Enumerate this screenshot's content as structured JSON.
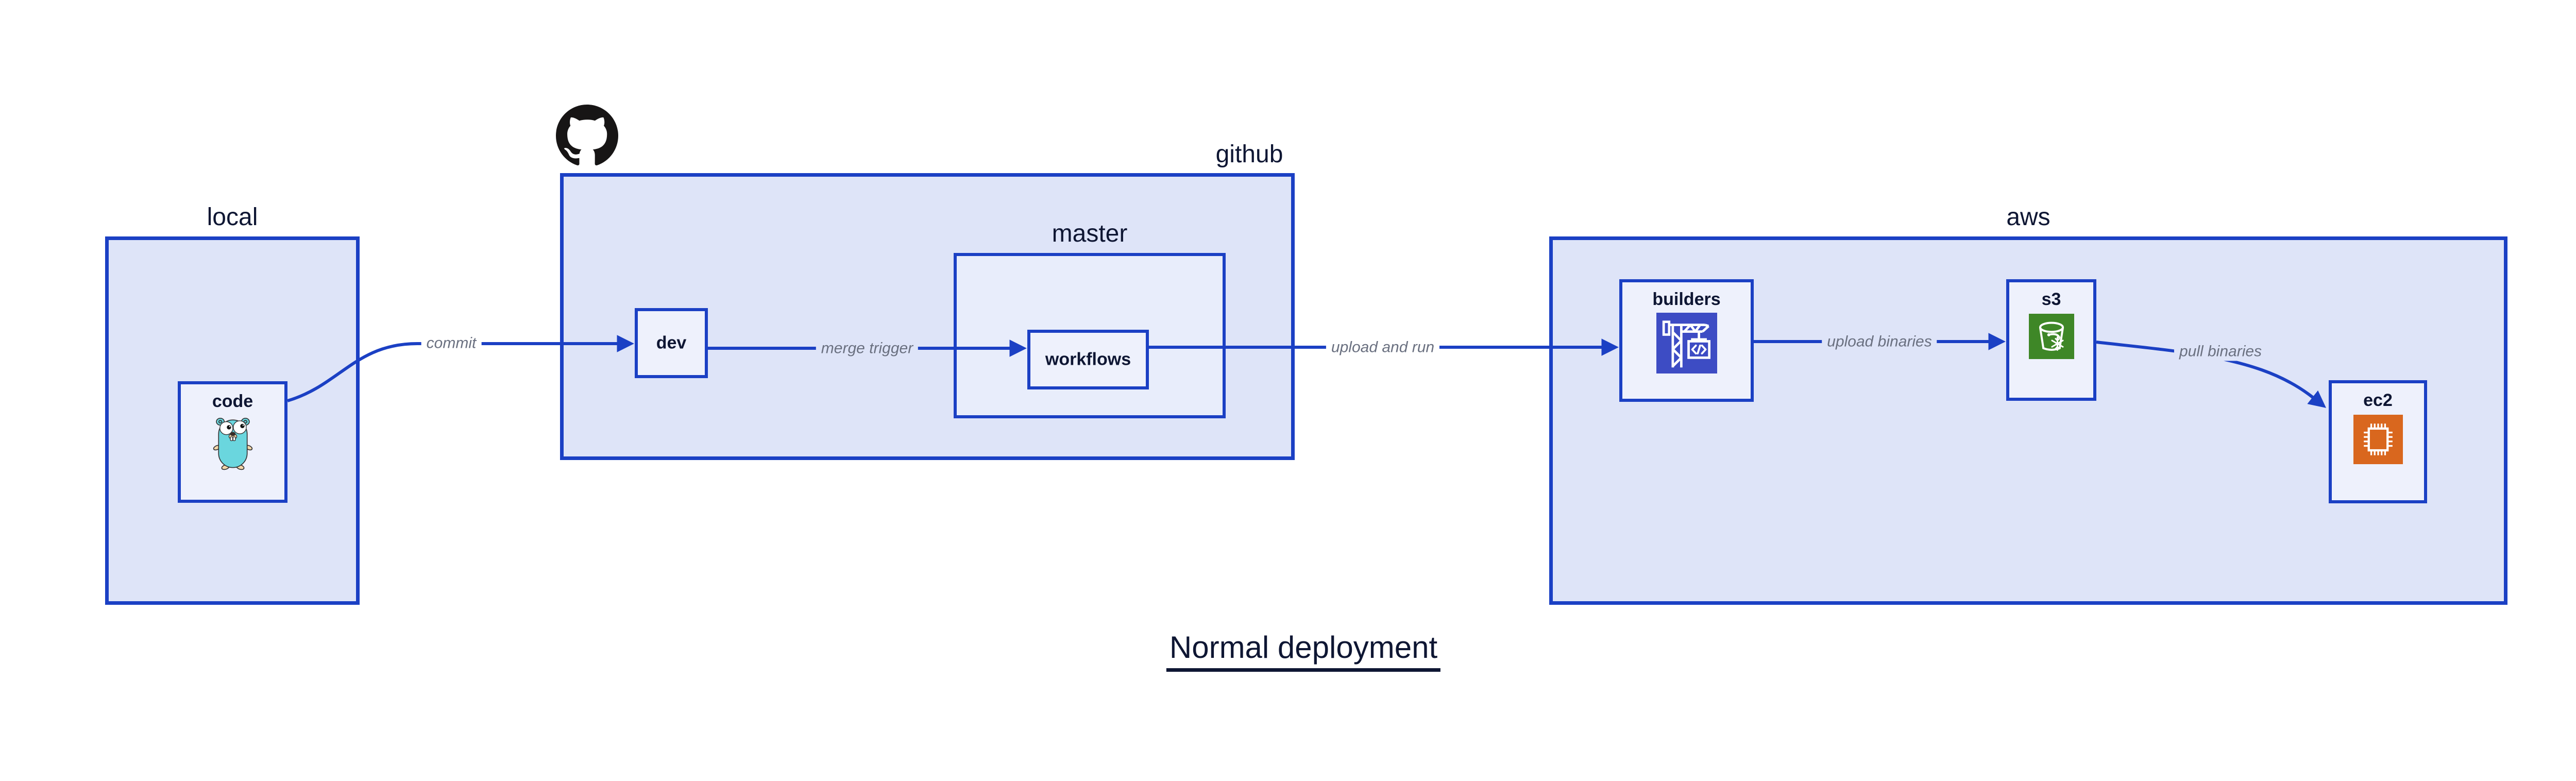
{
  "diagram": {
    "title": "Normal deployment",
    "groups": {
      "local": {
        "label": "local"
      },
      "github": {
        "label": "github"
      },
      "master": {
        "label": "master"
      },
      "aws": {
        "label": "aws"
      }
    },
    "nodes": {
      "code": {
        "label": "code",
        "icon": "go-gopher-icon"
      },
      "dev": {
        "label": "dev"
      },
      "workflows": {
        "label": "workflows"
      },
      "builders": {
        "label": "builders",
        "icon": "aws-codebuild-crane-icon"
      },
      "s3": {
        "label": "s3",
        "icon": "aws-s3-bucket-icon"
      },
      "ec2": {
        "label": "ec2",
        "icon": "aws-ec2-chip-icon"
      }
    },
    "edges": {
      "commit": {
        "label": "commit",
        "from": "code",
        "to": "dev"
      },
      "merge_trigger": {
        "label": "merge trigger",
        "from": "dev",
        "to": "workflows"
      },
      "upload_and_run": {
        "label": "upload and run",
        "from": "workflows",
        "to": "builders"
      },
      "upload_binaries": {
        "label": "upload binaries",
        "from": "builders",
        "to": "s3"
      },
      "pull_binaries": {
        "label": "pull binaries",
        "from": "s3",
        "to": "ec2"
      }
    },
    "icons": {
      "github_logo": "github-octocat-icon"
    },
    "colors": {
      "stroke_blue": "#1b40c4",
      "group_fill": "#dee4f8",
      "node_fill": "#eef1fc",
      "text_dark": "#0e1633",
      "edge_label_gray": "#6a7080",
      "octocat_black": "#171515",
      "gopher_teal": "#6ad6de",
      "codebuild_purple": "#3d4cc4",
      "s3_green": "#3e8727",
      "ec2_orange": "#d9671e"
    }
  }
}
